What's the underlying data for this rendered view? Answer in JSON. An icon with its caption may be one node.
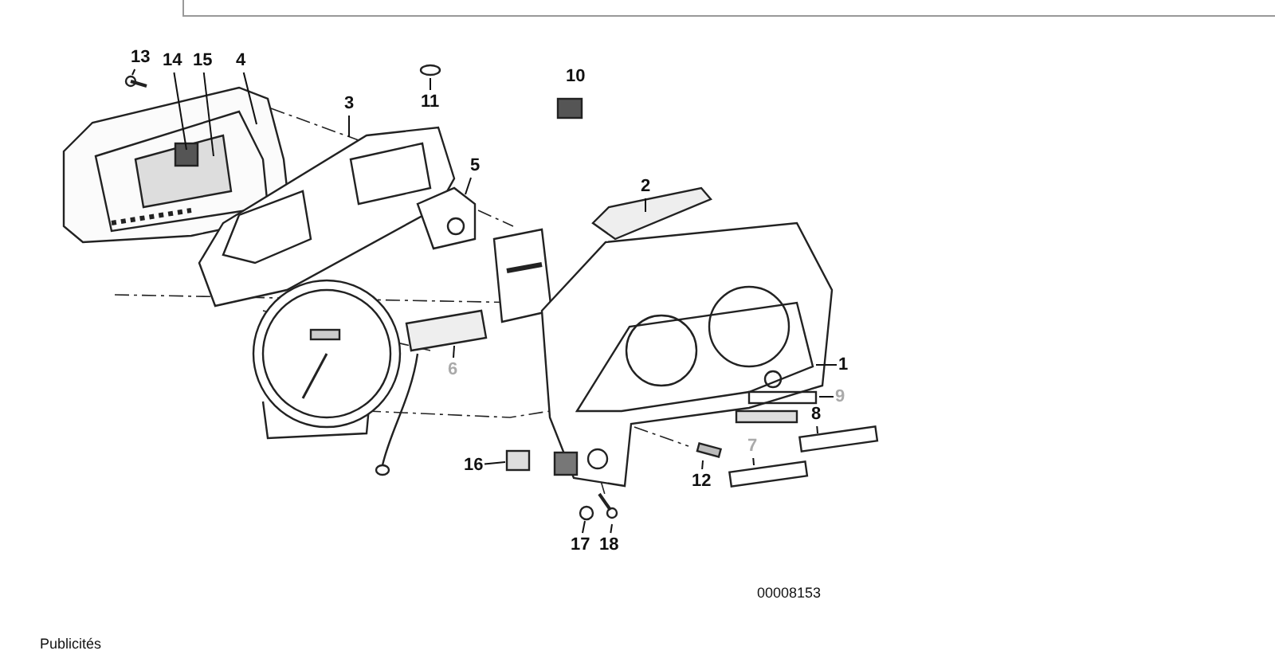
{
  "diagram": {
    "nodes": [
      {
        "text": [
          "13"
        ]
      },
      {
        "text": [
          "14"
        ]
      },
      {
        "text": [
          "15"
        ]
      },
      {
        "text": [
          "4"
        ]
      },
      {
        "text": [
          "3"
        ]
      },
      {
        "text": [
          "11"
        ]
      },
      {
        "text": [
          "5"
        ]
      },
      {
        "text": [
          "2"
        ]
      },
      {
        "text": [
          "1"
        ]
      },
      {
        "text": [
          "9"
        ]
      },
      {
        "text": [
          "8"
        ]
      },
      {
        "text": [
          "6"
        ]
      },
      {
        "text": [
          "7"
        ]
      },
      {
        "text": [
          "12"
        ]
      },
      {
        "text": [
          "16"
        ]
      },
      {
        "text": [
          "17"
        ]
      },
      {
        "text": [
          "18"
        ]
      }
    ],
    "edges": [
      {
        "from": 0,
        "to": null,
        "arrow": "none"
      },
      {
        "from": 1,
        "to": null,
        "arrow": "none"
      },
      {
        "from": 2,
        "to": null,
        "arrow": "none"
      },
      {
        "from": 3,
        "to": null,
        "arrow": "none"
      },
      {
        "from": 4,
        "to": null,
        "arrow": "none"
      },
      {
        "from": 5,
        "to": null,
        "arrow": "none"
      },
      {
        "from": 6,
        "to": null,
        "arrow": "none"
      },
      {
        "from": 7,
        "to": null,
        "arrow": "none"
      },
      {
        "from": 8,
        "to": null,
        "arrow": "none"
      },
      {
        "from": 9,
        "to": null,
        "arrow": "none"
      },
      {
        "from": 10,
        "to": null,
        "arrow": "none"
      },
      {
        "from": 11,
        "to": null,
        "arrow": "none"
      },
      {
        "from": 12,
        "to": null,
        "arrow": "none"
      },
      {
        "from": 13,
        "to": null,
        "arrow": "none"
      },
      {
        "from": 14,
        "to": null,
        "arrow": "none"
      },
      {
        "from": 15,
        "to": null,
        "arrow": "none"
      },
      {
        "from": 16,
        "to": null,
        "arrow": "none"
      }
    ],
    "labels": [
      "10",
      "00008153",
      "Publicités"
    ]
  }
}
